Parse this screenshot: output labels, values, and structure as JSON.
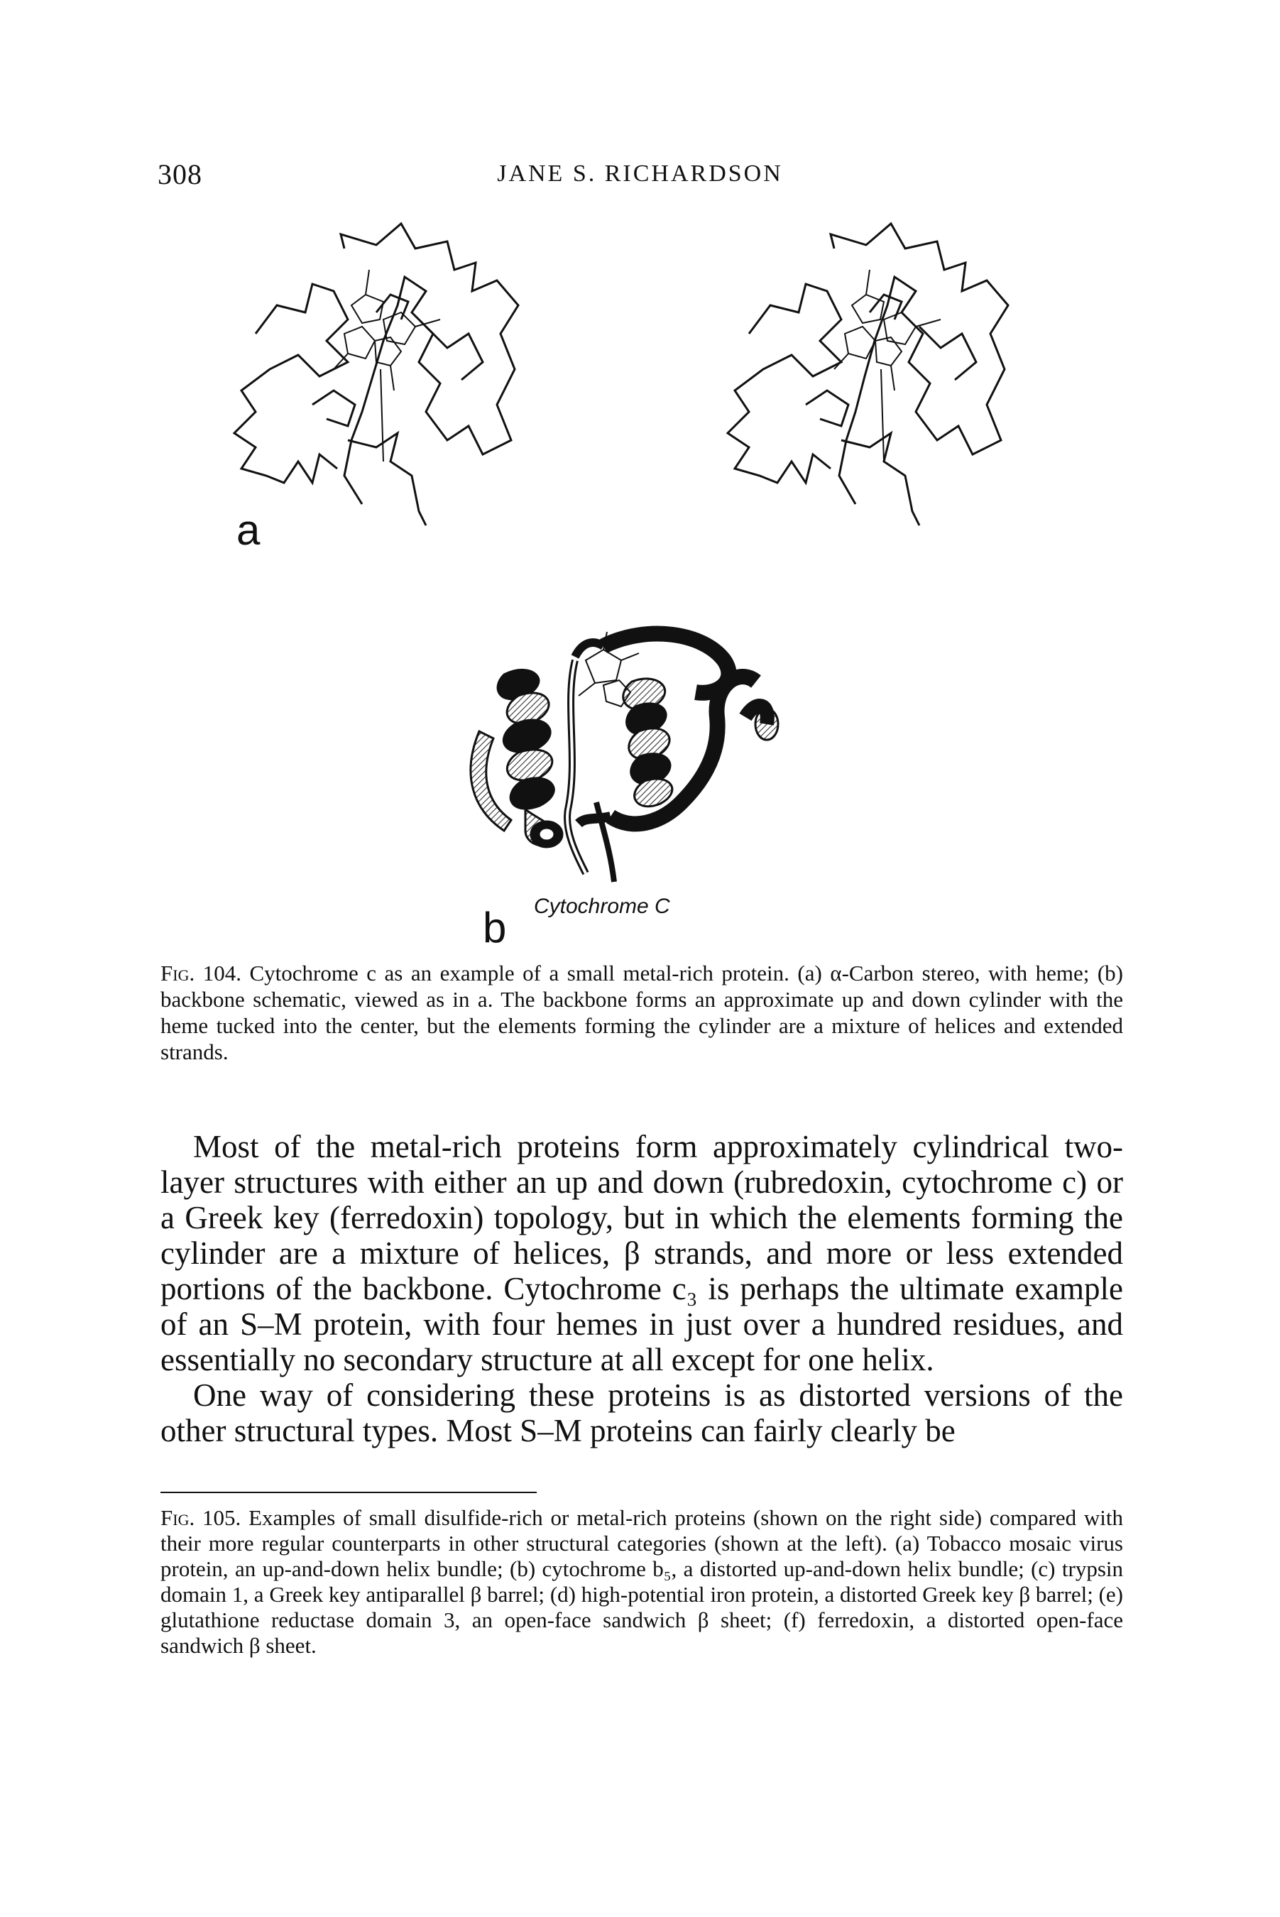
{
  "header": {
    "page_number": "308",
    "running_head": "JANE S. RICHARDSON"
  },
  "figure": {
    "panel_a_label": "a",
    "panel_b_label": "b",
    "panel_b_title": "Cytochrome C"
  },
  "caption_104": {
    "label": "Fig. 104.",
    "text": "Cytochrome c as an example of a small metal-rich protein. (a) α-Carbon stereo, with heme; (b) backbone schematic, viewed as in a. The backbone forms an approximate up and down cylinder with the heme tucked into the center, but the elements forming the cylinder are a mixture of helices and extended strands."
  },
  "body": {
    "paragraph_1": "Most of the metal-rich proteins form approximately cylindrical two-layer structures with either an up and down (rubredoxin, cytochrome c) or a Greek key (ferredoxin) topology, but in which the elements forming the cylinder are a mixture of helices, β strands, and more or less extended portions of the backbone. Cytochrome c₃ is perhaps the ultimate example of an S–M protein, with four hemes in just over a hundred residues, and essentially no secondary structure at all except for one helix.",
    "paragraph_2": "One way of considering these proteins is as distorted versions of the other structural types. Most S–M proteins can fairly clearly be"
  },
  "caption_105": {
    "label": "Fig. 105.",
    "text": "Examples of small disulfide-rich or metal-rich proteins (shown on the right side) compared with their more regular counterparts in other structural categories (shown at the left). (a) Tobacco mosaic virus protein, an up-and-down helix bundle; (b) cytochrome b₅, a distorted up-and-down helix bundle; (c) trypsin domain 1, a Greek key antiparallel β barrel; (d) high-potential iron protein, a distorted Greek key β barrel; (e) glutathione reductase domain 3, an open-face sandwich β sheet; (f) ferredoxin, a distorted open-face sandwich β sheet."
  }
}
